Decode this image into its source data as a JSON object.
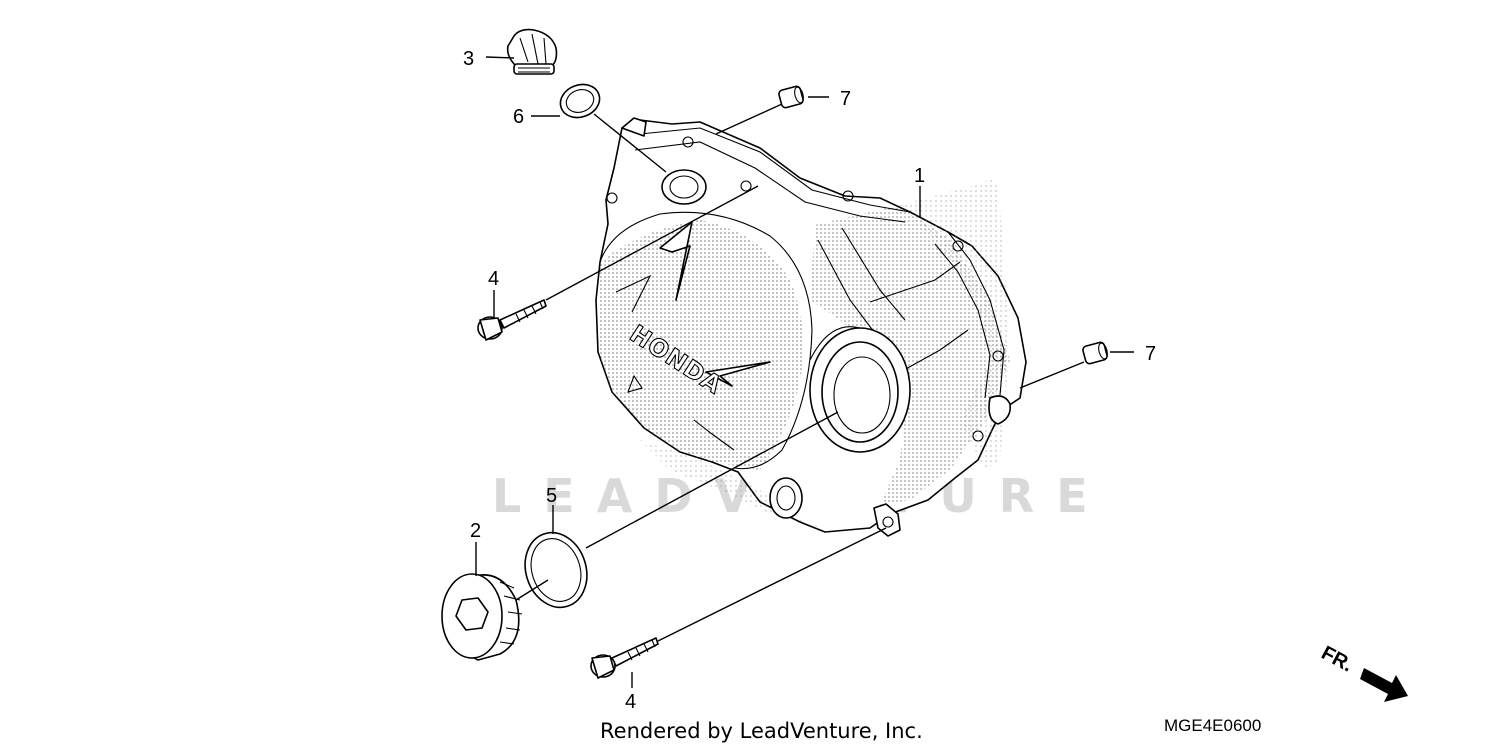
{
  "callouts": {
    "c1": "1",
    "c2": "2",
    "c3": "3",
    "c4_top": "4",
    "c4_bottom": "4",
    "c5": "5",
    "c6": "6",
    "c7_top": "7",
    "c7_right": "7"
  },
  "cover_brand": "HONDA",
  "watermark": "LEADVENTURE",
  "diagram_code": "MGE4E0600",
  "direction_label": "FR.",
  "footer": "Rendered by LeadVenture, Inc."
}
